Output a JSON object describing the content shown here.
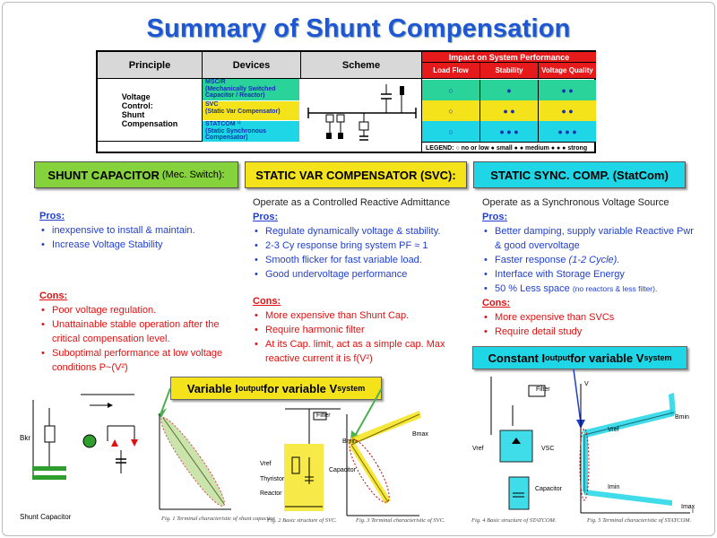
{
  "title": "Summary of Shunt Compensation",
  "table": {
    "headers": [
      "Principle",
      "Devices",
      "Scheme"
    ],
    "impact_header": "Impact on System Performance",
    "impact_columns": [
      "Load Flow",
      "Stability",
      "Voltage Quality"
    ],
    "principle": [
      "Voltage",
      "Control:",
      "Shunt",
      "Compensation"
    ],
    "devices": [
      {
        "name": "MSC/R",
        "desc": "(Mechanically Switched Capacitor / Reactor)",
        "color": "#2ad39a"
      },
      {
        "name": "SVC",
        "desc": "(Static Var Compensator)",
        "color": "#f4e31a"
      },
      {
        "name": "STATCOM ¹⁾",
        "desc": "(Static Synchronous Compensator)",
        "color": "#1ed6e6"
      }
    ],
    "rows": [
      {
        "color": "#2ad39a",
        "marks": [
          "○",
          "●",
          "● ●"
        ]
      },
      {
        "color": "#f4e31a",
        "marks": [
          "○",
          "● ●",
          "● ●"
        ]
      },
      {
        "color": "#1ed6e6",
        "marks": [
          "○",
          "● ● ●",
          "● ● ●"
        ]
      }
    ],
    "legend": "LEGEND:  ○ no or low   ● small  ● ● medium  ● ● ● strong"
  },
  "columns": {
    "shunt": {
      "title": "SHUNT CAPACITOR",
      "subtitle": "(Mec. Switch):",
      "color": "#86d23c",
      "pros_label": "Pros:",
      "pros": [
        "inexpensive to install & maintain.",
        "Increase Voltage Stability"
      ],
      "cons_label": "Cons:",
      "cons": [
        "Poor voltage regulation.",
        "Unattainable stable operation after the critical compensation level.",
        "Suboptimal performance  at low voltage conditions P~(V²)"
      ]
    },
    "svc": {
      "title": "STATIC VAR COMPENSATOR (SVC):",
      "color": "#f4e31a",
      "intro": "Operate as a Controlled Reactive Admittance",
      "pros_label": "Pros:",
      "pros": [
        "Regulate dynamically voltage & stability.",
        "2-3 Cy response bring system PF ≈ 1",
        "Smooth  flicker for fast variable load.",
        "Good  undervoltage performance"
      ],
      "cons_label": "Cons:",
      "cons": [
        "More  expensive than Shunt Cap.",
        "Require harmonic filter",
        "At its Cap. limit, act as a simple cap. Max reactive current  it is f(V²)"
      ]
    },
    "statcom": {
      "title": "STATIC SYNC. COMP. (StatCom)",
      "color": "#1ed6e6",
      "intro": "Operate as a Synchronous Voltage Source",
      "pros_label": "Pros:",
      "pros": [
        "Better damping,  supply variable Reactive Pwr  & good overvoltage",
        "Faster response ",
        "Interface with Storage Energy",
        "50 % Less space "
      ],
      "pros_italic": "(1-2 Cycle).",
      "pros_small": "(no reactors & less filter).",
      "cons_label": "Cons:",
      "cons": [
        "More  expensive than SVCs",
        "Require detail study"
      ]
    }
  },
  "banners": {
    "variable": {
      "pre": "Variable I",
      "sub1": "output",
      "mid": "  for variable V",
      "sub2": "system",
      "color": "#f4e31a"
    },
    "constant": {
      "pre": "Constant I",
      "sub1": "output",
      "mid": "  for variable V",
      "sub2": "system",
      "color": "#1ed6e6"
    }
  },
  "diagrams": {
    "shunt_cap_label": "Shunt Capacitor",
    "bkr": "Bkr",
    "fig1": "Fig. 1  Terminal characteristic of shunt capacitor",
    "fig2": "Fig. 2   Basic structure of SVC.",
    "fig3": "Fig. 3   Terminal characteristic of SVC.",
    "fig4": "Fig. 4   Basic structure of STATCOM.",
    "fig5": "Fig. 5   Terminal characteristic of STATCOM.",
    "vref": "Vref",
    "thyristor": "Thyristor",
    "reactor": "Reactor",
    "capacitor": "Capacitor",
    "filter": "Filter",
    "vsc": "VSC",
    "bmin": "Bmin",
    "bmax": "Bmax",
    "imin": "Imin",
    "imax": "Imax",
    "v": "V",
    "i": "I",
    "vref_axis": "Vref"
  }
}
